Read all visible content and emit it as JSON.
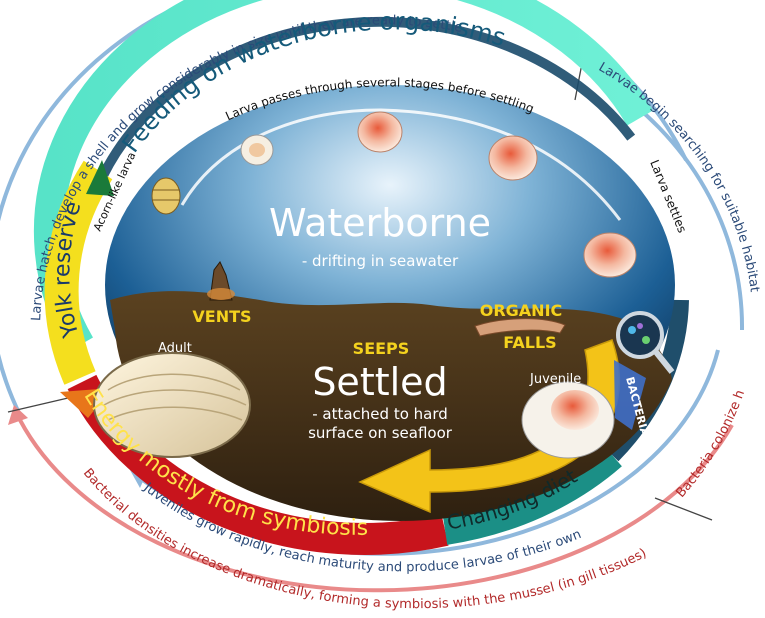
{
  "center": {
    "waterborne_title": "Waterborne",
    "waterborne_subtitle": "- drifting in seawater",
    "settled_title": "Settled",
    "settled_subtitle_1": "- attached to hard",
    "settled_subtitle_2": "surface on seafloor"
  },
  "habitats": {
    "vents": "VENTS",
    "seeps": "SEEPS",
    "organic_1": "ORGANIC",
    "organic_2": "FALLS"
  },
  "stages": {
    "acorn_larva": "Acorn-like larva",
    "larva_stages": "Larva passes through several stages before settling",
    "larva_settles": "Larva settles",
    "adult": "Adult",
    "juvenile": "Juvenile",
    "bacteria": "BACTERIA"
  },
  "ring_bands": {
    "feeding": "Feeding on waterborne organisms",
    "yolk": "Yolk reserve",
    "energy": "Energy mostly from symbiosis",
    "changing": "Changing diet"
  },
  "outer_text": {
    "top": "Larvae hatch, develop a shell and grow considerably in size until they are ready to settle",
    "right": "Larvae begin searching for suitable habitat",
    "bottom_blue": "Juveniles grow rapidly, reach maturity and produce larvae of their own",
    "bottom_red": "Bacterial densities increase dramatically, forming a symbiosis with the mussel (in gill tissues)",
    "right_red": "Bacteria colonize host"
  },
  "colors": {
    "blue_arrow": "#8fb8dc",
    "red_arrow": "#e98a8a",
    "teal_band": "#4fe0c4",
    "yellow_band": "#f4df1e",
    "red_band": "#c8141c",
    "ocean": "#1f6aa0",
    "seafloor": "#4a3418"
  }
}
